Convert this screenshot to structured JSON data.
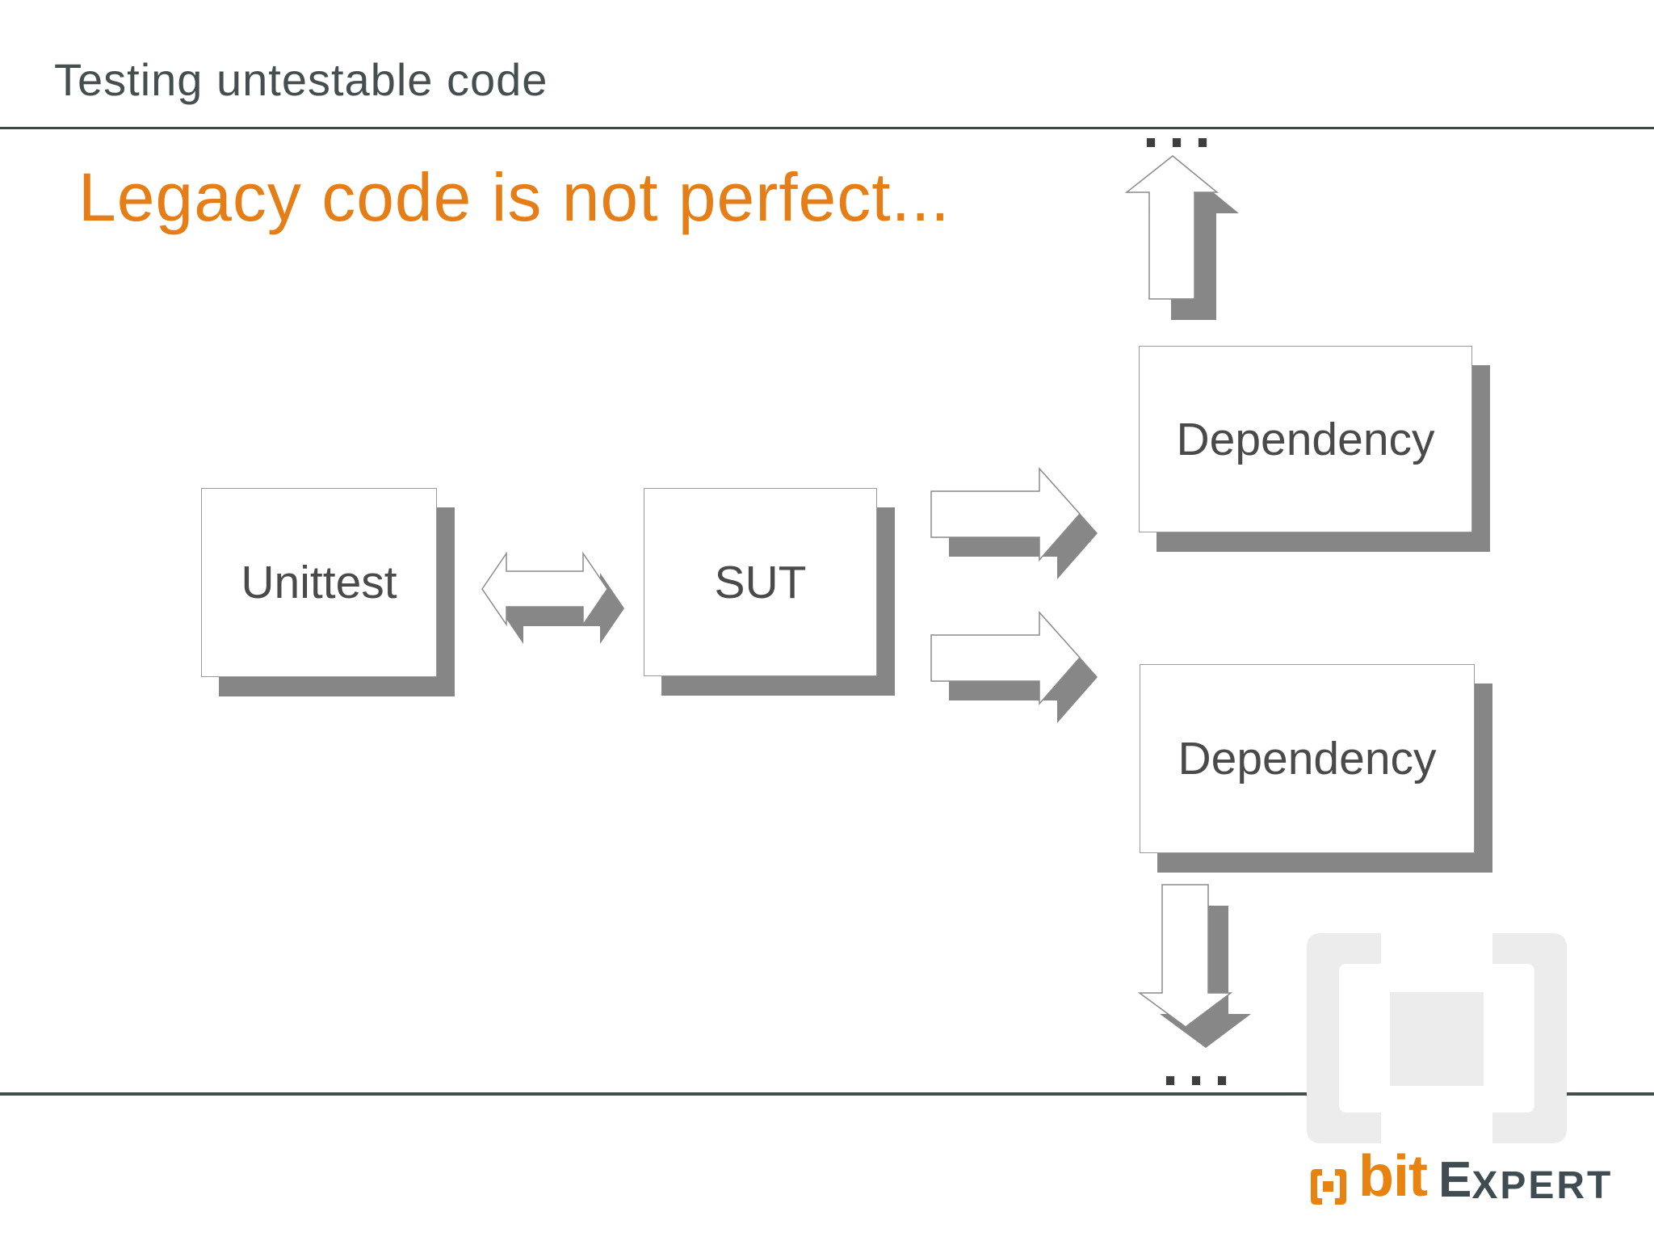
{
  "slide": {
    "title": "Testing untestable code",
    "heading": "Legacy code is not perfect..."
  },
  "diagram": {
    "nodes": {
      "unittest": "Unittest",
      "sut": "SUT",
      "dependency_top": "Dependency",
      "dependency_bottom": "Dependency"
    },
    "ellipsis_top": "...",
    "ellipsis_bottom": "..."
  },
  "brand": {
    "bit": "bit",
    "expert_initial": "E",
    "expert_rest": "XPERT"
  },
  "colors": {
    "background": "#ffffff",
    "title_text": "#454f50",
    "heading_orange": "#e67e17",
    "rule_dark": "#3d4747",
    "box_border": "#9a9a9a",
    "box_text": "#4a4a4a",
    "shadow_gray": "#868686",
    "arrow_face": "#ffffff",
    "watermark_gray": "#ececec",
    "brand_orange": "#e8830f",
    "brand_slate": "#3f4c51"
  }
}
